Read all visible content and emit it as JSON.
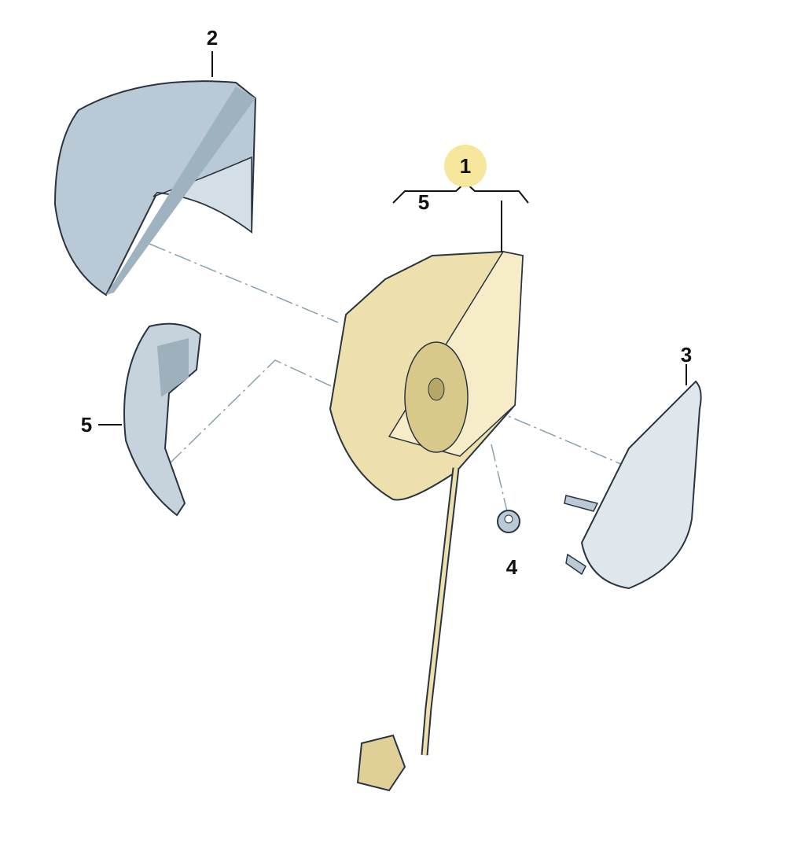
{
  "diagram": {
    "highlight_color": "#f7e79c",
    "housing_color": "#eee0ac",
    "cover_color": "#b9c9d5",
    "callouts": [
      {
        "id": "1",
        "label": "1",
        "part": "mirror-housing-assembly",
        "highlighted": true
      },
      {
        "id": "2",
        "label": "2",
        "part": "mirror-cap"
      },
      {
        "id": "3",
        "label": "3",
        "part": "mirror-glass"
      },
      {
        "id": "4",
        "label": "4",
        "part": "nut"
      },
      {
        "id": "5a",
        "label": "5",
        "part": "turn-signal-lamp"
      },
      {
        "id": "5b",
        "label": "5",
        "part": "turn-signal-lamp-included-in-1"
      }
    ]
  }
}
